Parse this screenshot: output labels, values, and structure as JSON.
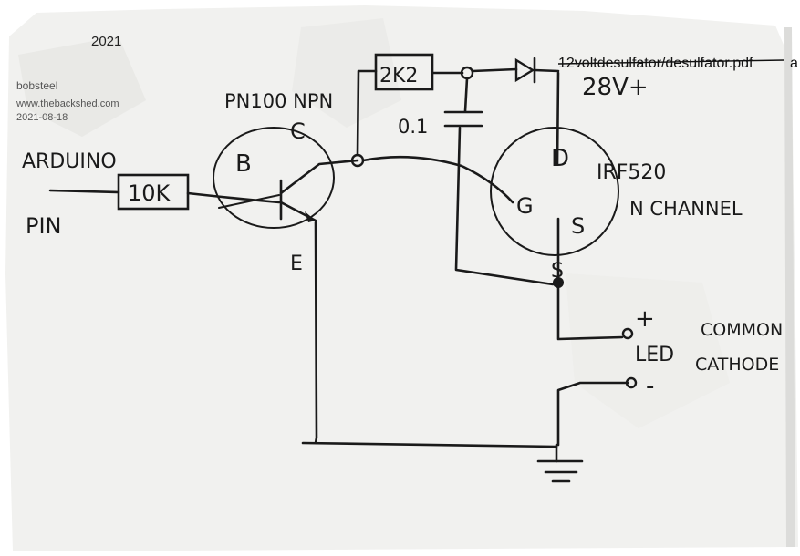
{
  "meta": {
    "year": "2021",
    "author": "bobsteel",
    "site": "www.thebackshed.com",
    "date": "2021-08-18",
    "filename": "12voltdesulfator/desulfator.pdf",
    "filename_tail": "a"
  },
  "labels": {
    "arduino": "ARDUINO",
    "pin": "PIN",
    "resistor_10k": "10K",
    "transistor": "PN100 NPN",
    "base": "B",
    "collector": "C",
    "emitter": "E",
    "resistor_2k2": "2K2",
    "capacitor": "0.1",
    "supply": "28V+",
    "drain": "D",
    "gate": "G",
    "source_inner": "S",
    "source_outer": "S",
    "mosfet_model": "IRF520",
    "mosfet_type": "N CHANNEL",
    "led_plus": "+",
    "led_minus": "-",
    "led": "LED",
    "common": "COMMON",
    "cathode": "CATHODE"
  },
  "colors": {
    "paper": "#f1f1ef",
    "ink": "#1a1a1a",
    "stain": "#e3e3e0"
  }
}
